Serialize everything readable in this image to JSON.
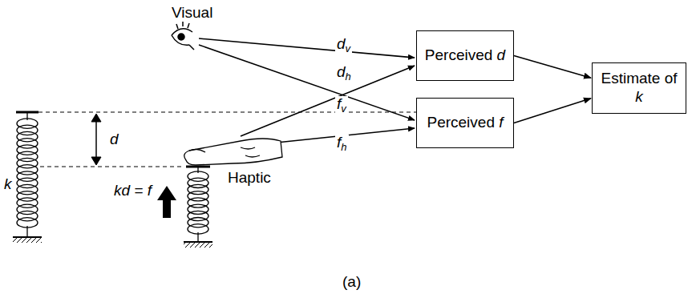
{
  "diagram": {
    "nodes": [
      {
        "text": [
          "Perceived d"
        ]
      },
      {
        "text": [
          "Perceived f"
        ]
      },
      {
        "text": [
          "Estimate of k"
        ]
      }
    ],
    "edges": [
      {
        "from": 0,
        "to": 2,
        "arrow": "to"
      },
      {
        "from": 1,
        "to": 2,
        "arrow": "to"
      }
    ],
    "labels": [
      "Visual",
      "dv",
      "dh",
      "fv",
      "fh",
      "Haptic",
      "d",
      "k",
      "kd = f",
      "(a)"
    ]
  }
}
